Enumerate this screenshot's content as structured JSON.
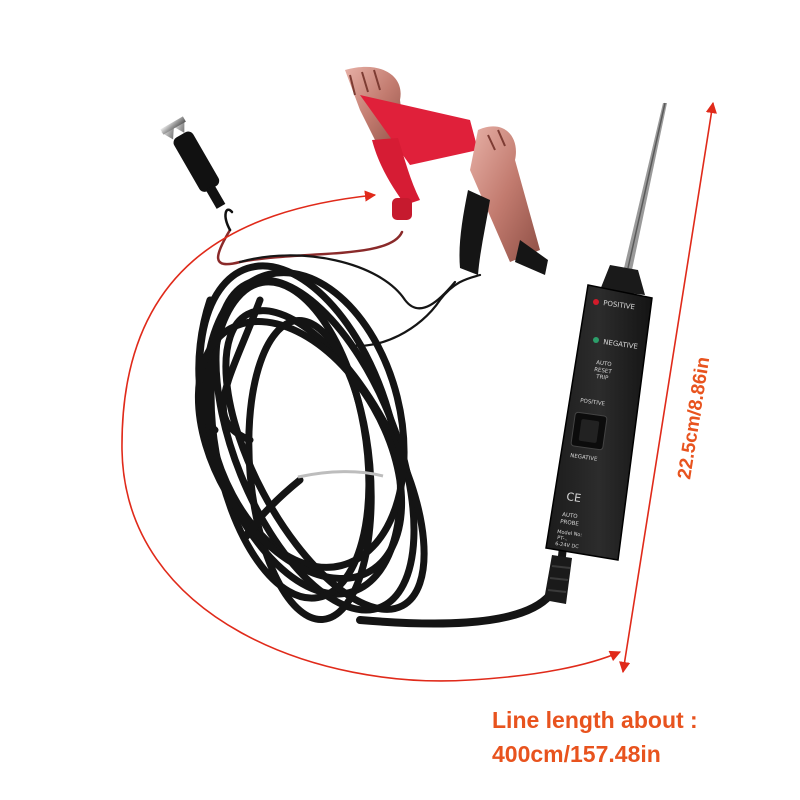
{
  "colors": {
    "annotation": "#e8531e",
    "arrow": "#e02a1a",
    "cable": "#141414",
    "clip_red": "#e0203a",
    "clip_copper": "#c9847a"
  },
  "product": {
    "led_positive_label": "POSITIVE",
    "led_negative_label": "NEGATIVE",
    "auto_reset_line1": "AUTO",
    "auto_reset_line2": "RESET",
    "auto_reset_line3": "TRIP",
    "switch_top_label": "POSITIVE",
    "switch_bottom_label": "NEGATIVE",
    "ce_mark": "CE",
    "brand_line1": "AUTO",
    "brand_line2": "PROBE",
    "model_line1": "Model No:",
    "model_line2": "PT-..",
    "model_line3": "6-24V DC"
  },
  "annotations": {
    "probe_length": "22.5cm/8.86in",
    "cable_length_line1": "Line length about :",
    "cable_length_line2": "400cm/157.48in"
  }
}
